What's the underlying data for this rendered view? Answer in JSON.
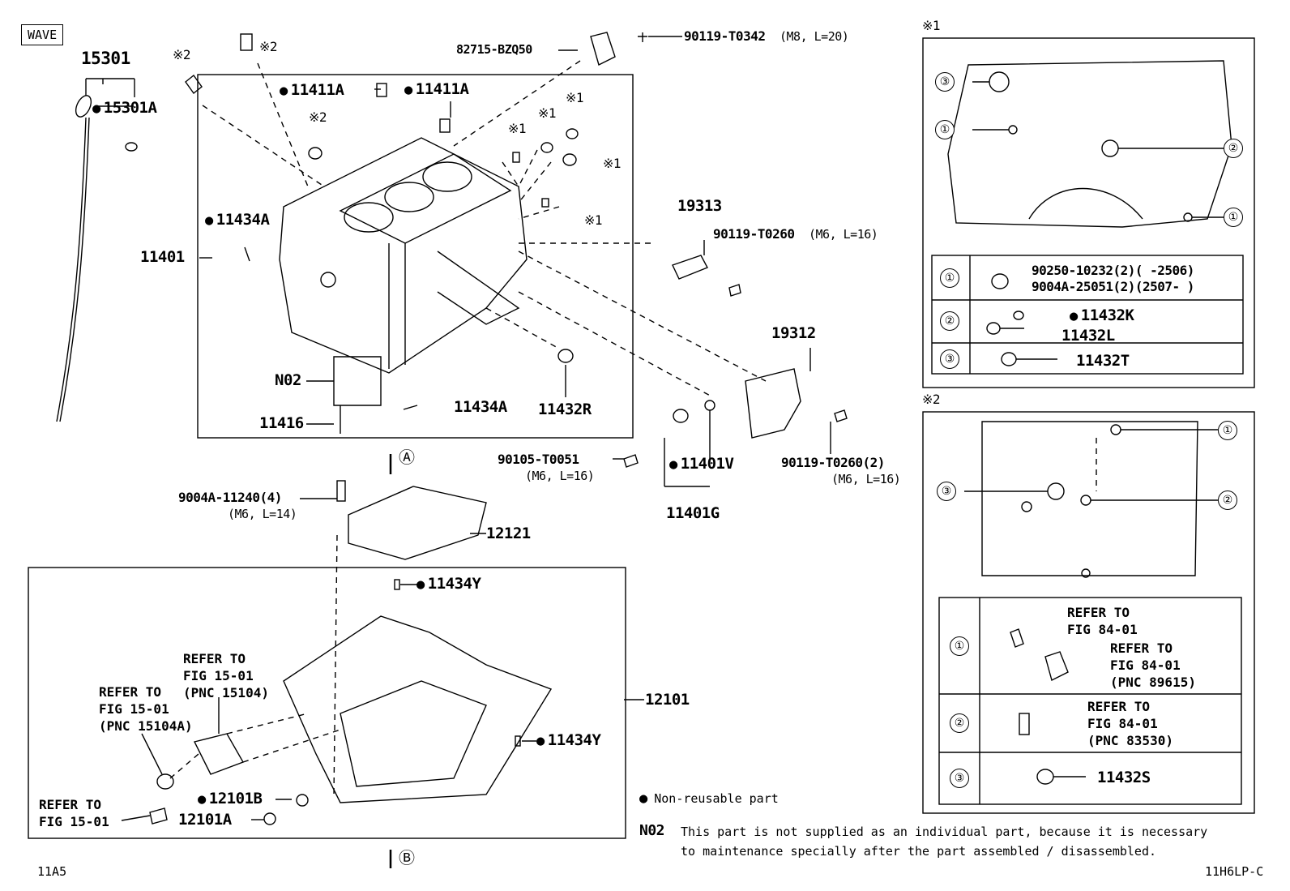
{
  "tag": "WAVE",
  "panel_marks": {
    "mark1": "※1",
    "mark2": "※2"
  },
  "parts": {
    "p15301": "15301",
    "p15301A": "15301A",
    "p82715": "82715-BZQ50",
    "p90119_0342": "90119-T0342",
    "p90119_0342_spec": "(M8, L=20)",
    "p11411A_1": "11411A",
    "p11411A_2": "11411A",
    "p11434A_1": "11434A",
    "p11401": "11401",
    "pN02": "N02",
    "p11416": "11416",
    "p11434A_2": "11434A",
    "p11432R": "11432R",
    "p19313": "19313",
    "p90119_0260": "90119-T0260",
    "p90119_0260_spec": "(M6, L=16)",
    "p19312": "19312",
    "p90119_0260_2": "90119-T0260(2)",
    "p90119_0260_2_spec": "(M6, L=16)",
    "p90105": "90105-T0051",
    "p90105_spec": "(M6, L=16)",
    "p11401V": "11401V",
    "p11401G": "11401G",
    "p9004A_11240": "9004A-11240(4)",
    "p9004A_11240_spec": "(M6, L=14)",
    "p12121": "12121",
    "p11434Y_1": "11434Y",
    "p12101": "12101",
    "p11434Y_2": "11434Y",
    "p12101B": "12101B",
    "p12101A": "12101A"
  },
  "refs": {
    "r1": "REFER TO\nFIG 15-01\n(PNC 15104)",
    "r2": "REFER TO\nFIG 15-01\n(PNC 15104A)",
    "r3": "REFER TO\nFIG 15-01"
  },
  "view_marks": {
    "a": "Ⓐ",
    "b": "Ⓑ"
  },
  "panel1": {
    "row1_a": "90250-10232(2)(     -2506)",
    "row1_b": "9004A-25051(2)(2507-     )",
    "row2_a": "11432K",
    "row2_b": "11432L",
    "row3": "11432T"
  },
  "panel2": {
    "row1_a": "REFER TO\nFIG 84-01",
    "row1_b": "REFER TO\nFIG 84-01\n(PNC 89615)",
    "row2": "REFER TO\nFIG 84-01\n(PNC 83530)",
    "row3": "11432S"
  },
  "circled": {
    "c1": "①",
    "c2": "②",
    "c3": "③"
  },
  "legend": {
    "nonreusable": "Non-reusable part",
    "n02_code": "N02",
    "n02_line1": "This part is not supplied as an individual part, because it is necessary",
    "n02_line2": "to maintenance specially after the part assembled / disassembled."
  },
  "footer": {
    "left": "11A5",
    "right": "11H6LP-C"
  }
}
